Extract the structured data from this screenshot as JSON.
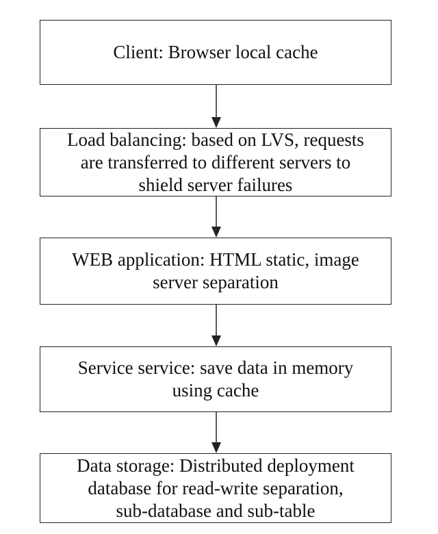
{
  "steps": [
    {
      "lines": [
        "Client: Browser local cache"
      ]
    },
    {
      "lines": [
        "Load balancing: based on LVS, requests",
        "are transferred to different servers to",
        "shield server failures"
      ]
    },
    {
      "lines": [
        "WEB application: HTML static, image",
        "server separation"
      ]
    },
    {
      "lines": [
        "Service service: save data in memory",
        "using cache"
      ]
    },
    {
      "lines": [
        "Data storage: Distributed deployment",
        "database for read-write separation,",
        "sub-database and sub-table"
      ]
    }
  ]
}
